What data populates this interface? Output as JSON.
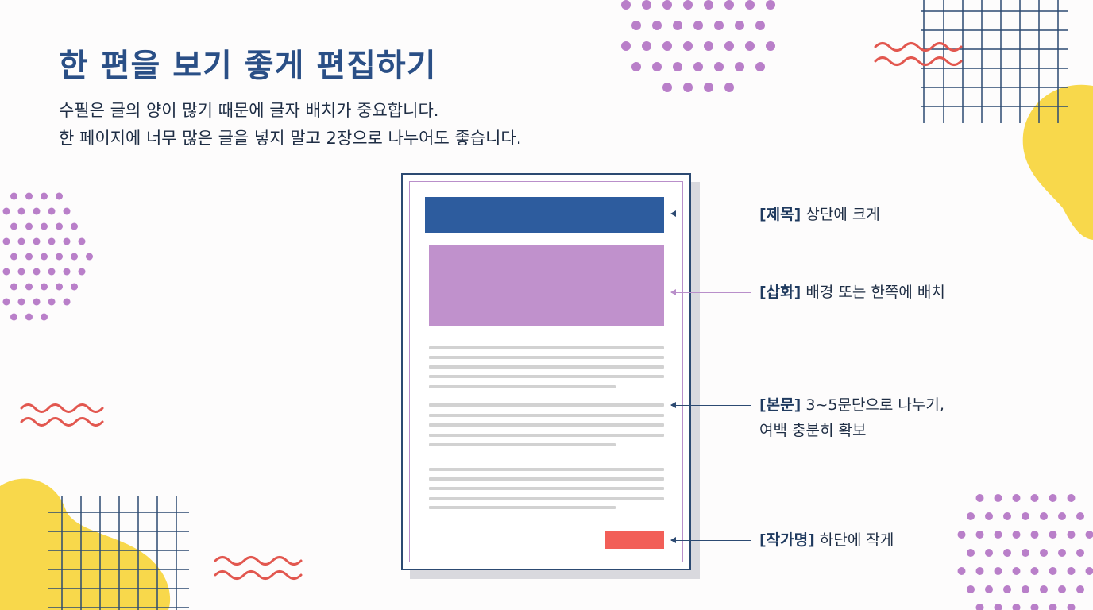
{
  "header": {
    "title": "한 편을 보기 좋게 편집하기",
    "subtitle_line1": "수필은 글의 양이 많기 때문에 글자 배치가 중요합니다.",
    "subtitle_line2": "한 페이지에 너무 많은 글을 넣지 말고 2장으로 나누어도 좋습니다."
  },
  "callouts": {
    "title_block": {
      "tag": "[제목]",
      "desc": "상단에 크게"
    },
    "image_block": {
      "tag": "[삽화]",
      "desc": "배경 또는 한쪽에 배치"
    },
    "body_block": {
      "tag": "[본문]",
      "desc_line1": "3~5문단으로 나누기,",
      "desc_line2": "여백 충분히 확보"
    },
    "author_block": {
      "tag": "[작가명]",
      "desc": "하단에 작게"
    }
  },
  "colors": {
    "title_block": "#2d5c9e",
    "image_block": "#c091cc",
    "author_block": "#f25f58",
    "body_lines": "#d2d2d2",
    "accent_yellow": "#f8d84b",
    "accent_purple": "#b97fc9",
    "accent_red": "#e2574f",
    "grid_navy": "#2c4a72"
  }
}
